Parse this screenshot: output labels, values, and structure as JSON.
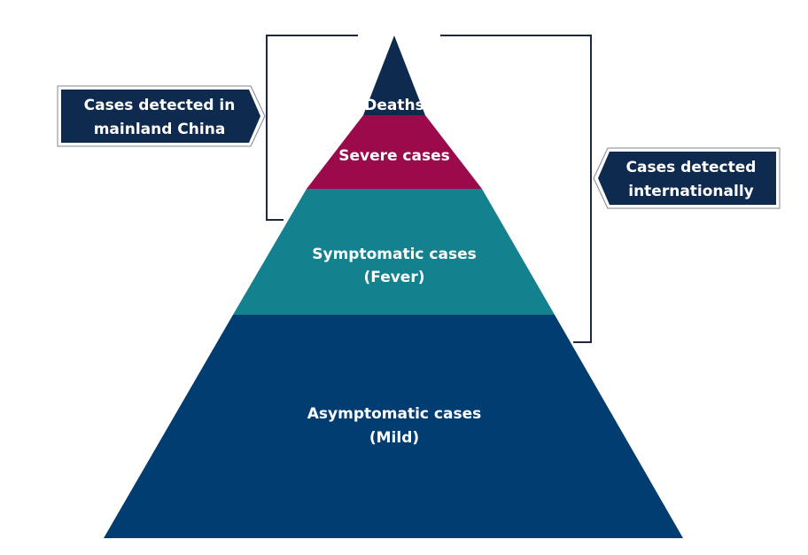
{
  "colors": {
    "deaths": "#0f2a4f",
    "severe": "#9b0a4b",
    "symptomatic": "#14818f",
    "asymptomatic": "#023d72",
    "bracket": "#1b2a44",
    "tag_fill": "#0f2a4f"
  },
  "pyramid": {
    "levels": [
      {
        "label_line1": "Deaths",
        "label_line2": ""
      },
      {
        "label_line1": "Severe cases",
        "label_line2": ""
      },
      {
        "label_line1": "Symptomatic cases",
        "label_line2": "(Fever)"
      },
      {
        "label_line1": "Asymptomatic cases",
        "label_line2": "(Mild)"
      }
    ]
  },
  "tags": {
    "china": {
      "line1": "Cases detected in",
      "line2": "mainland China"
    },
    "international": {
      "line1": "Cases detected",
      "line2": "internationally"
    }
  }
}
